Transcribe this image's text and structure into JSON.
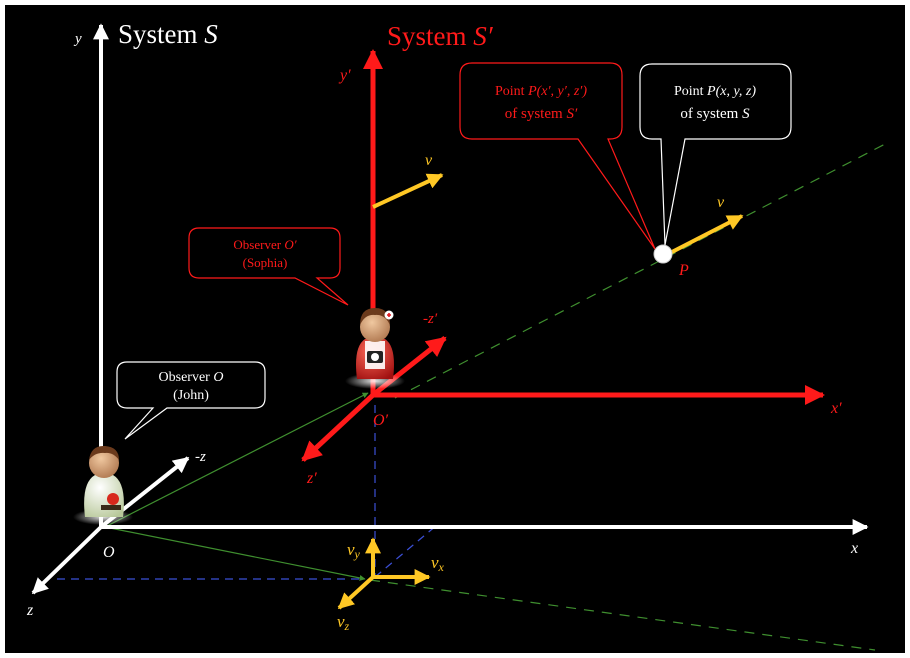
{
  "colors": {
    "background": "#000000",
    "system_s": "#ffffff",
    "system_s_prime": "#ff1a1a",
    "velocity": "#ffc825",
    "guide_green": "#3f8f2f",
    "guide_blue": "#3b4fd6"
  },
  "system_s": {
    "title": "System",
    "title_symbol": "S",
    "axis_x": "x",
    "axis_y": "y",
    "axis_z": "z",
    "axis_neg_z": "-z",
    "origin": "O"
  },
  "system_s_prime": {
    "title": "System",
    "title_symbol": "S′",
    "axis_x": "x′",
    "axis_y": "y′",
    "axis_z": "z′",
    "axis_neg_z": "-z′",
    "origin": "O′"
  },
  "velocity": {
    "v": "v",
    "vx_main": "v",
    "vx_sub": "x",
    "vy_main": "v",
    "vy_sub": "y",
    "vz_main": "v",
    "vz_sub": "z"
  },
  "point": {
    "label": "P"
  },
  "callouts": {
    "observer_o": {
      "line1_text": "Observer ",
      "line1_symbol": "O",
      "line2": "(John)"
    },
    "observer_o_prime": {
      "line1_text": "Observer ",
      "line1_symbol": "O′",
      "line2": "(Sophia)"
    },
    "point_s_prime": {
      "line1_text": "Point ",
      "line1_symbol": "P(x′, y′, z′)",
      "line2_text": "of system ",
      "line2_symbol": "S′"
    },
    "point_s": {
      "line1_text": "Point ",
      "line1_symbol": "P(x, y, z)",
      "line2_text": "of system ",
      "line2_symbol": "S"
    }
  },
  "icons": [
    "john-avatar-icon",
    "sophia-avatar-icon",
    "apple-icon",
    "camera-icon",
    "nurse-cross-icon"
  ]
}
